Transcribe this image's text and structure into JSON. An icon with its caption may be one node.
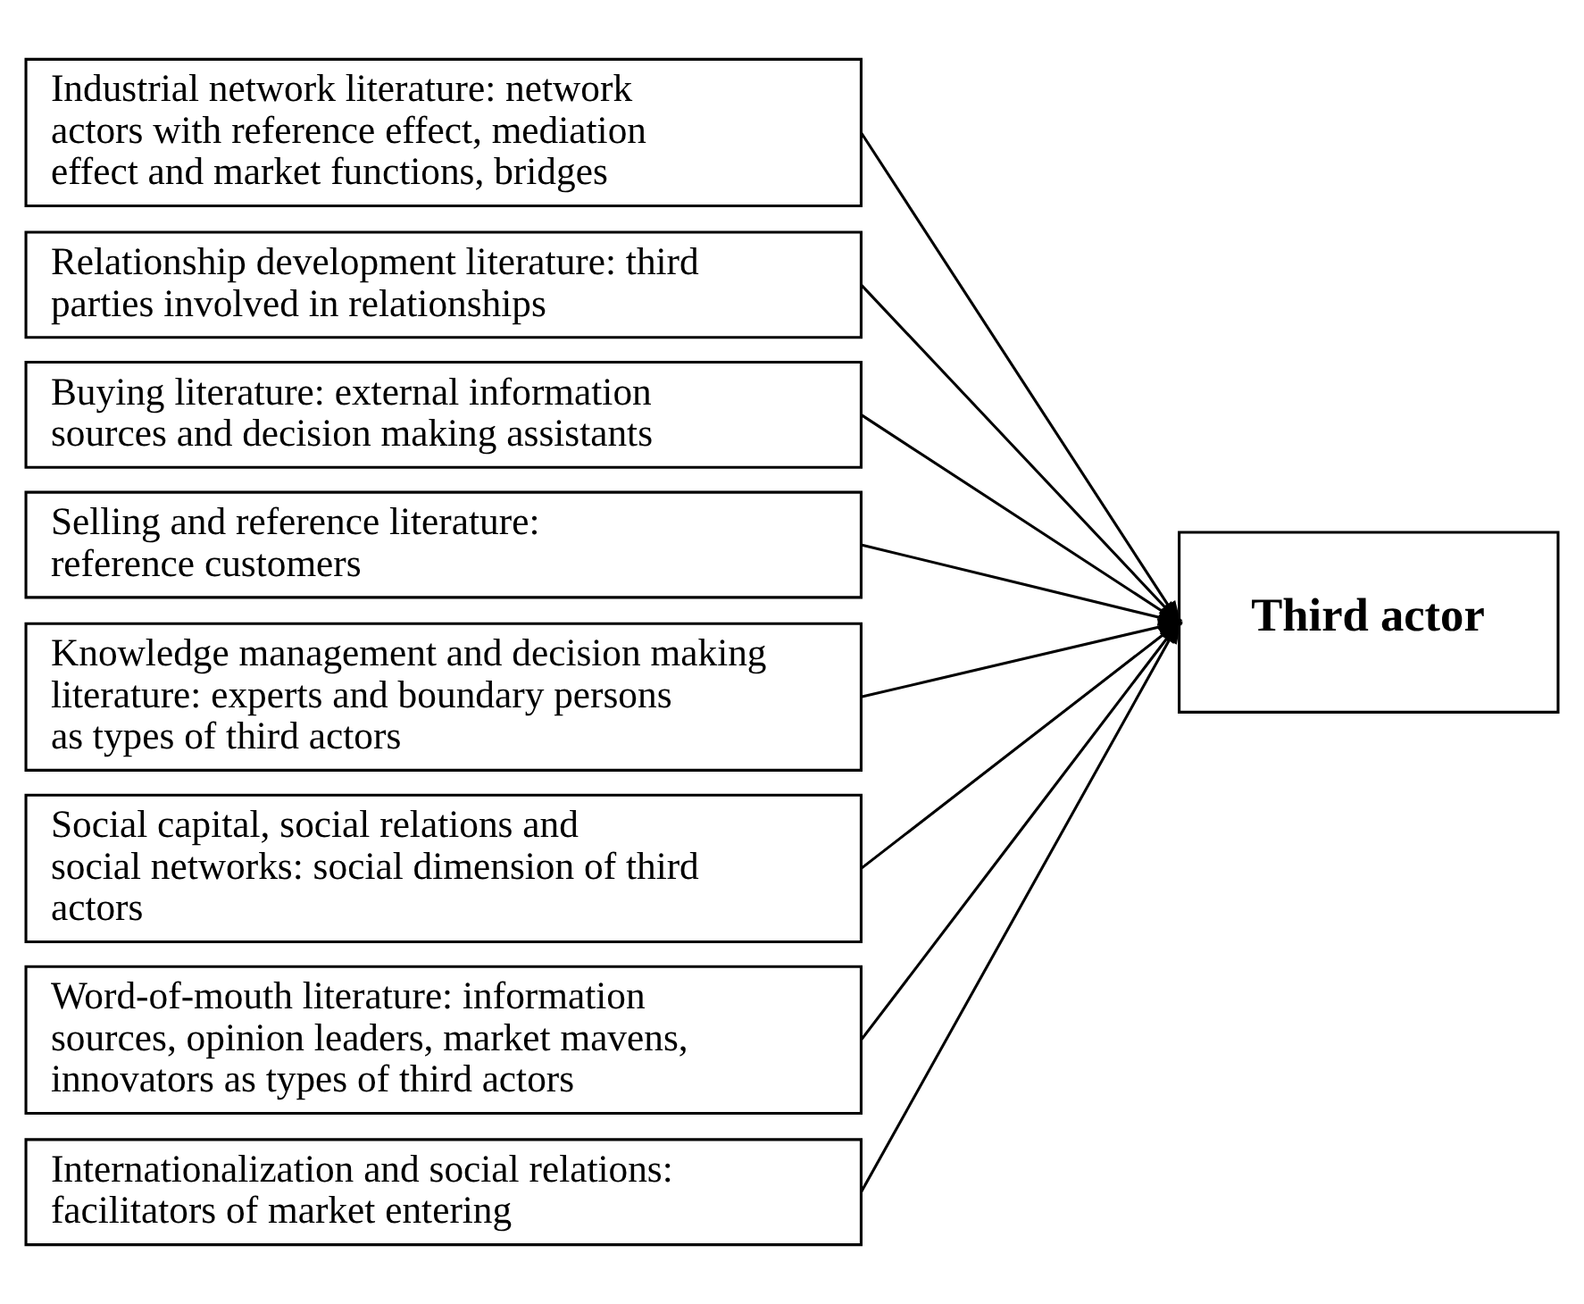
{
  "diagram": {
    "nodes": [
      {
        "text": [
          "Industrial network literature: network actors with reference effect, mediation effect and market functions, bridges"
        ]
      },
      {
        "text": [
          "Relationship development literature: third parties involved in relationships"
        ]
      },
      {
        "text": [
          "Buying literature: external information sources and decision making assistants"
        ]
      },
      {
        "text": [
          "Selling and reference literature: reference customers"
        ]
      },
      {
        "text": [
          "Knowledge management and decision making literature: experts and boundary persons as types of third actors"
        ]
      },
      {
        "text": [
          "Social capital, social relations and social networks: social dimension of third actors"
        ]
      },
      {
        "text": [
          "Word-of-mouth literature: information sources, opinion leaders, market mavens, innovators as types of third actors"
        ]
      },
      {
        "text": [
          "Internationalization and social relations: facilitators of market entering"
        ]
      },
      {
        "text": [
          "Third actor"
        ]
      }
    ],
    "edges": [
      {
        "from": 0,
        "to": 8,
        "arrow": "to"
      },
      {
        "from": 1,
        "to": 8,
        "arrow": "to"
      },
      {
        "from": 2,
        "to": 8,
        "arrow": "to"
      },
      {
        "from": 3,
        "to": 8,
        "arrow": "to"
      },
      {
        "from": 4,
        "to": 8,
        "arrow": "to"
      },
      {
        "from": 5,
        "to": 8,
        "arrow": "to"
      },
      {
        "from": 6,
        "to": 8,
        "arrow": "to"
      },
      {
        "from": 7,
        "to": 8,
        "arrow": "to"
      }
    ]
  }
}
